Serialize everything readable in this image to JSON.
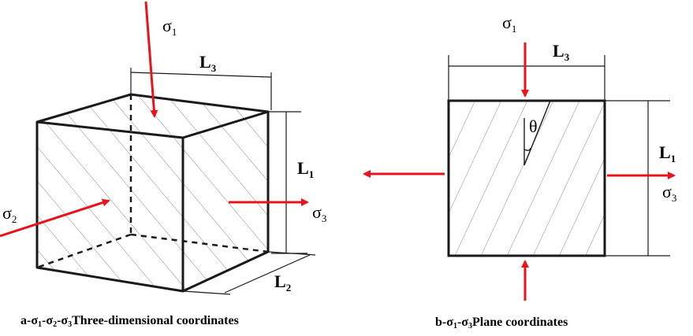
{
  "diagram_a": {
    "sigma1": {
      "base": "σ",
      "sub": "1"
    },
    "sigma2": {
      "base": "σ",
      "sub": "2"
    },
    "sigma3": {
      "base": "σ",
      "sub": "3"
    },
    "L1": {
      "base": "L",
      "sub": "1"
    },
    "L2": {
      "base": "L",
      "sub": "2"
    },
    "L3": {
      "base": "L",
      "sub": "3"
    },
    "caption": {
      "p1": "a-σ",
      "s1": "1",
      "p2": "-σ",
      "s2": "2",
      "p3": "-σ",
      "s3": "3",
      "tail": "Three-dimensional coordinates"
    }
  },
  "diagram_b": {
    "sigma1": {
      "base": "σ",
      "sub": "1"
    },
    "sigma3": {
      "base": "σ",
      "sub": "3"
    },
    "L1": {
      "base": "L",
      "sub": "1"
    },
    "L3": {
      "base": "L",
      "sub": "3"
    },
    "theta": "θ",
    "caption": {
      "p1": "b-σ",
      "s1": "1",
      "p2": "-σ",
      "s2": "3",
      "tail": "Plane coordinates"
    }
  },
  "colors": {
    "arrow": "#e8141c",
    "line": "#1a1a1a",
    "hatch": "#8a8a8a"
  }
}
